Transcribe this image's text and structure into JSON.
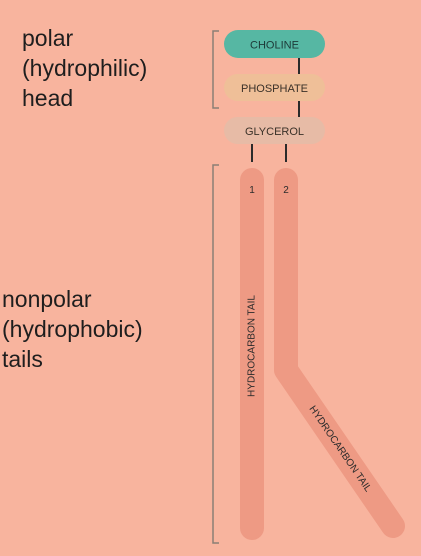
{
  "labels": {
    "head": [
      "polar",
      "(hydrophilic)",
      "head"
    ],
    "tails": [
      "nonpolar",
      "(hydrophobic)",
      "tails"
    ]
  },
  "groups": {
    "choline": "CHOLINE",
    "phosphate": "PHOSPHATE",
    "glycerol": "GLYCEROL"
  },
  "tail_numbers": [
    "1",
    "2"
  ],
  "tail_text": [
    "HYDROCARBON TAIL",
    "HYDROCARBON TAIL"
  ],
  "colors": {
    "background": "#f8b49e",
    "choline": "#56b7a3",
    "phosphate": "#efbf98",
    "glycerol": "#e7bba6",
    "tail": "#ee9a84",
    "bracket": "#8a7f75"
  }
}
